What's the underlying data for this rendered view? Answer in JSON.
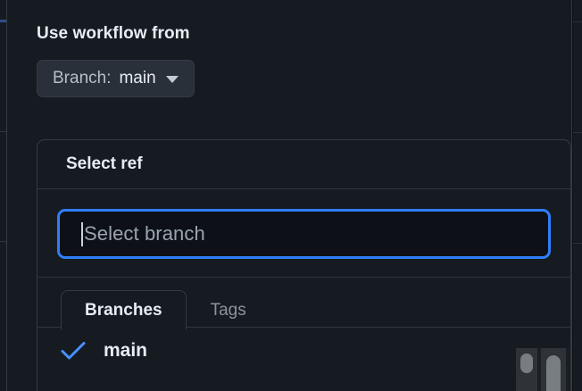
{
  "dialog": {
    "field_label": "Use workflow from",
    "branch_button": {
      "prefix": "Branch:",
      "value": "main",
      "caret_icon": "chevron-down-icon"
    }
  },
  "ref_picker": {
    "title": "Select ref",
    "search": {
      "value": "",
      "placeholder": "Select branch",
      "focused": true,
      "focus_ring_color": "#2f7ef7"
    },
    "tabs": [
      {
        "label": "Branches",
        "active": true
      },
      {
        "label": "Tags",
        "active": false
      }
    ],
    "items": [
      {
        "label": "main",
        "selected": true,
        "check_icon": "check-icon"
      }
    ]
  },
  "colors": {
    "page_background": "#0d1117",
    "dialog_background": "#161b22",
    "border": "#343a42",
    "divider": "#30363d",
    "text_primary": "#e6edf3",
    "text_muted": "#8b949e",
    "accent_blue": "#2f7ef7",
    "check_blue": "#4a90ff",
    "button_background": "#2a3039",
    "scrollbar_track": "#2f3236",
    "scrollbar_thumb": "#787d84"
  },
  "scrollbars": [
    {
      "name": "inner-list-scrollbar"
    },
    {
      "name": "page-scrollbar"
    }
  ]
}
